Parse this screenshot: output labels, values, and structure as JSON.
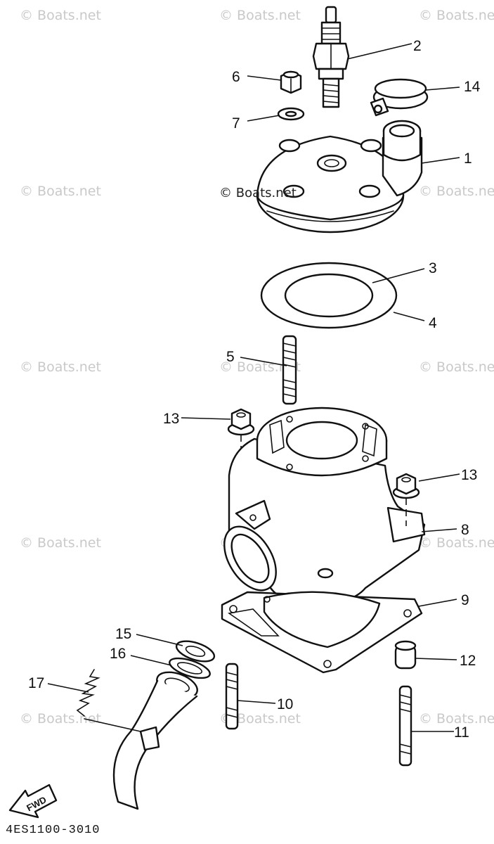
{
  "diagram": {
    "part_code": "4ES1100-3010",
    "fwd_label": "FWD",
    "watermark_text": "© Boats.net",
    "callouts": {
      "c1": "1",
      "c2": "2",
      "c3": "3",
      "c4": "4",
      "c5": "5",
      "c6": "6",
      "c7": "7",
      "c8": "8",
      "c9": "9",
      "c10": "10",
      "c11": "11",
      "c12": "12",
      "c13a": "13",
      "c13b": "13",
      "c14": "14",
      "c15": "15",
      "c16": "16",
      "c17": "17"
    }
  }
}
